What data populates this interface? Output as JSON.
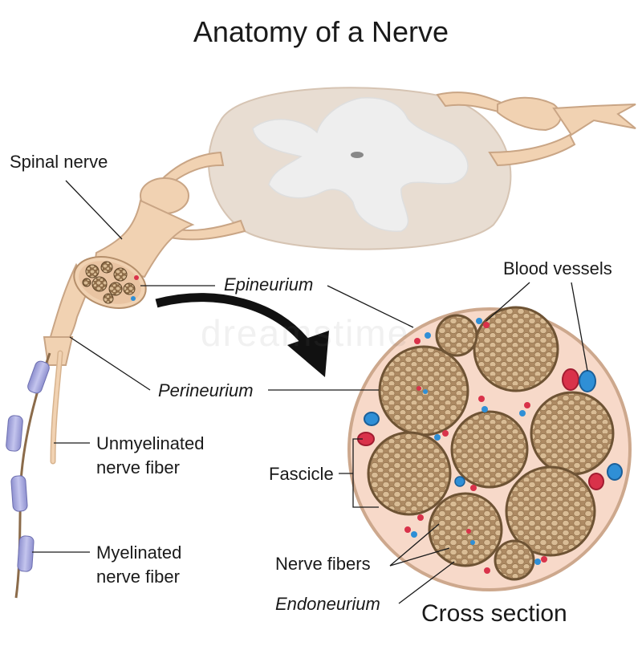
{
  "diagram": {
    "title": "Anatomy of a Nerve",
    "labels": {
      "spinal_nerve": "Spinal nerve",
      "epineurium": "Epineurium",
      "perineurium": "Perineurium",
      "unmyelinated_1": "Unmyelinated",
      "unmyelinated_2": "nerve fiber",
      "fascicle": "Fascicle",
      "myelinated_1": "Myelinated",
      "myelinated_2": "nerve fiber",
      "blood_vessels": "Blood vessels",
      "nerve_fibers": "Nerve fibers",
      "endoneurium": "Endoneurium",
      "cross_section": "Cross section"
    },
    "watermark": "dreamstime",
    "colors": {
      "nerve_tissue": "#f1d2b2",
      "nerve_outline": "#c9a585",
      "spinal_cord_white": "#e8ddd2",
      "spinal_cord_gray": "#eeeeee",
      "fascicle_fill": "#ad8a63",
      "fascicle_outline": "#6e5334",
      "fiber_fill": "#d9bc95",
      "cross_section_bg": "#f7d9c9",
      "vessel_red": "#d9324a",
      "vessel_blue": "#2f8fd6",
      "myelin": "#a9aade"
    }
  }
}
